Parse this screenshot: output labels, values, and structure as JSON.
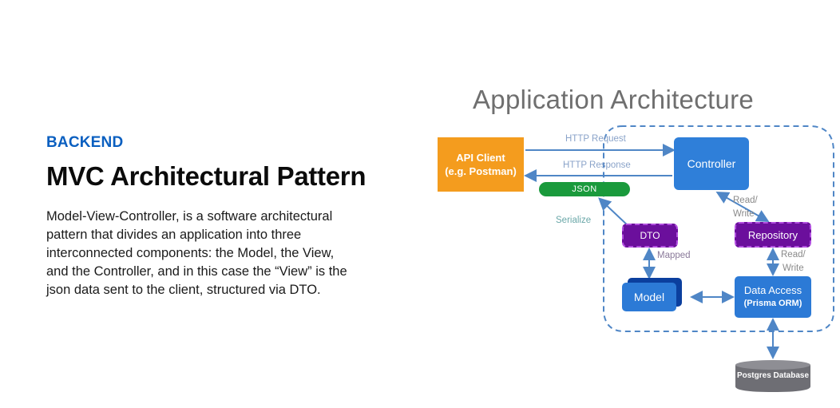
{
  "left": {
    "eyebrow": "BACKEND",
    "title": "MVC Architectural Pattern",
    "description": "Model-View-Controller, is a software architectural pattern that divides an application into three interconnected components: the Model, the View, and the Controller, and in this case the “View” is the json data sent to the client, structured via DTO."
  },
  "diagram": {
    "title": "Application Architecture",
    "api_client_line1": "API Client",
    "api_client_line2": "(e.g. Postman)",
    "controller": "Controller",
    "http_request": "HTTP Request",
    "http_response": "HTTP Response",
    "json": "JSON",
    "serialize": "Serialize",
    "dto": "DTO",
    "mapped": "Mapped",
    "model": "Model",
    "repository": "Repository",
    "read_write_1_line1": "Read/",
    "read_write_1_line2": "Write",
    "read_write_2_line1": "Read/",
    "read_write_2_line2": "Write",
    "data_access": "Data Access",
    "data_access_sub": "(Prisma ORM)",
    "database": "Postgres Database"
  },
  "colors": {
    "accent": "#0a5fc0",
    "api_client": "#f49c1e",
    "controller": "#2f7fd9",
    "dto": "#6b0f9c",
    "json": "#1a9a3c",
    "arrow": "#4f86c6"
  }
}
